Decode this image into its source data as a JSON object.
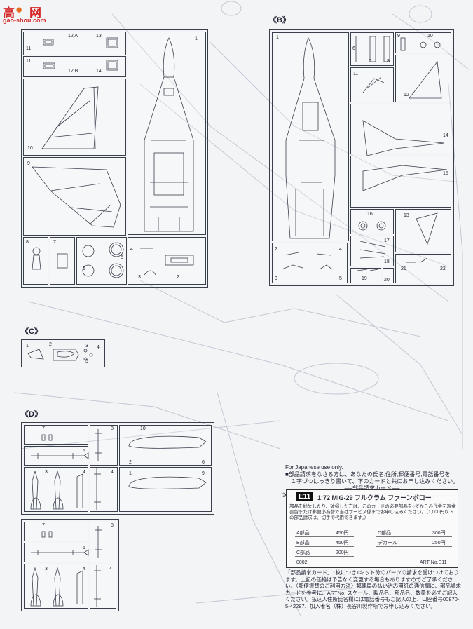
{
  "watermark": {
    "title": "高手网",
    "domain": "gao-shou.com"
  },
  "sections": {
    "a": "",
    "b": "《B》",
    "c": "《C》",
    "d": "《D》"
  },
  "sprue_a": {
    "labels": [
      "11",
      "12 A",
      "13",
      "11",
      "12 B",
      "14",
      "1",
      "10",
      "9",
      "8",
      "7",
      "6",
      "5",
      "4",
      "3",
      "2"
    ]
  },
  "sprue_b": {
    "labels": [
      "1",
      "6",
      "7",
      "8",
      "9",
      "10",
      "11",
      "12",
      "14",
      "15",
      "16",
      "13",
      "17",
      "18",
      "2",
      "4",
      "3",
      "5",
      "19",
      "20",
      "21",
      "22"
    ]
  },
  "sprue_c": {
    "labels": [
      "1",
      "2",
      "3",
      "4",
      "5"
    ]
  },
  "sprue_d": {
    "labels": [
      "7",
      "8",
      "10",
      "5",
      "2",
      "6",
      "1",
      "9",
      "3",
      "4",
      "4",
      "7",
      "8",
      "5",
      "3",
      "4",
      "4"
    ]
  },
  "notice": {
    "line1": "For Japanese use only.",
    "line2": "■部品請求をなさる方は、あなたの氏名,住所,郵便番号,電話番号を",
    "line3": "１字づつはっきり書いて、下のカードと共にお申し込みください。",
    "card_header": "──部品請求カード──"
  },
  "card": {
    "code": "E11",
    "title": "1:72 MiG-29 フルクラム ファーンボロー",
    "body": "部品を紛失したり、破損した方は、このカードの必要部品を○でかこみ代金を現金書留または郵便小為替で当社サービス係までお申し込みください。（1,000円以下の部品請求は、切手で代用できます。）",
    "prices": [
      {
        "name": "A部品",
        "price": "450円"
      },
      {
        "name": "D部品",
        "price": "300円"
      },
      {
        "name": "B部品",
        "price": "450円"
      },
      {
        "name": "デカール",
        "price": "250円"
      },
      {
        "name": "C部品",
        "price": "200円"
      }
    ],
    "serial": "0002",
    "art_no": "ART No.E11"
  },
  "footer": {
    "text": "「部品請求カード」1枚につき1キット分のパーツの請求を受けつけております。上記の価格は予告なく変更する場合もありますのでご了承ください。〈郵便振替のご利用方法〉郵便局の払い込み用紙の通信欄に、部品請求カードを参考に、ARTNo. スケール、製品名、部品名、数量を必ずご記入ください。払込人住所氏名欄には電話番号もご記入の上、口座番号00870-5-42287、加入者名（株）長谷川製作所でお申し込みください。"
  }
}
